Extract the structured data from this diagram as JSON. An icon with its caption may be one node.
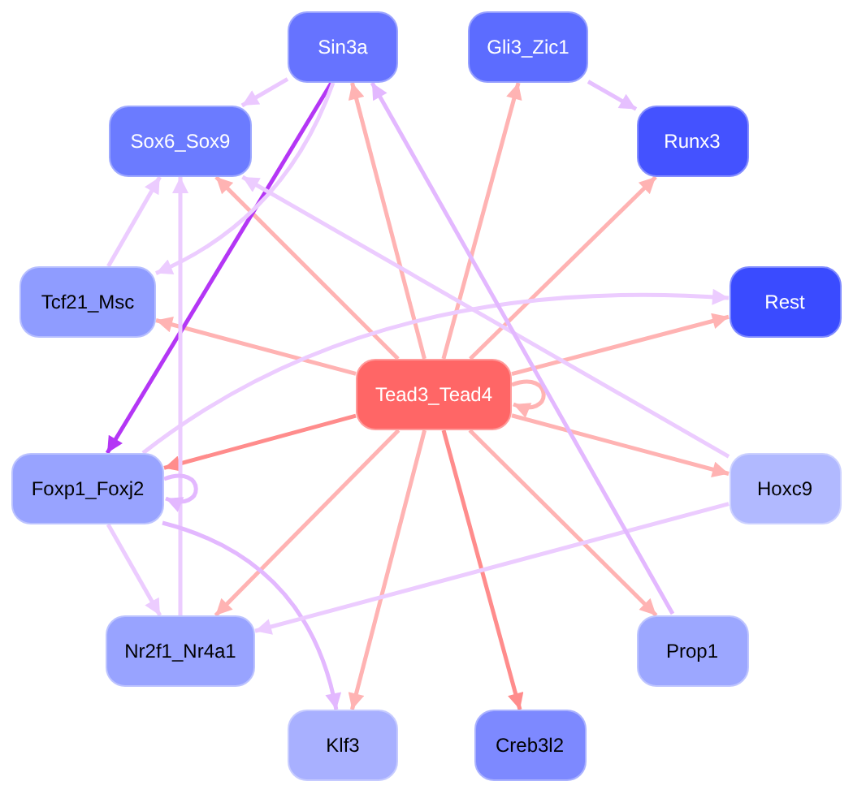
{
  "diagram": {
    "nodes": [
      {
        "text": [
          "Tead3_Tead4"
        ]
      },
      {
        "text": [
          "Sin3a"
        ]
      },
      {
        "text": [
          "Gli3_Zic1"
        ]
      },
      {
        "text": [
          "Sox6_Sox9"
        ]
      },
      {
        "text": [
          "Runx3"
        ]
      },
      {
        "text": [
          "Tcf21_Msc"
        ]
      },
      {
        "text": [
          "Rest"
        ]
      },
      {
        "text": [
          "Foxp1_Foxj2"
        ]
      },
      {
        "text": [
          "Hoxc9"
        ]
      },
      {
        "text": [
          "Nr2f1_Nr4a1"
        ]
      },
      {
        "text": [
          "Prop1"
        ]
      },
      {
        "text": [
          "Klf3"
        ]
      },
      {
        "text": [
          "Creb3l2"
        ]
      }
    ],
    "edges": [
      {
        "from": 0,
        "to": 1,
        "arrow": "to",
        "color": "#ffb3b3"
      },
      {
        "from": 0,
        "to": 2,
        "arrow": "to",
        "color": "#ffb3b3"
      },
      {
        "from": 0,
        "to": 3,
        "arrow": "to",
        "color": "#ffb3b3"
      },
      {
        "from": 0,
        "to": 4,
        "arrow": "to",
        "color": "#ffb3b3"
      },
      {
        "from": 0,
        "to": 5,
        "arrow": "to",
        "color": "#ffb3b3"
      },
      {
        "from": 0,
        "to": 6,
        "arrow": "to",
        "color": "#ffb3b3"
      },
      {
        "from": 0,
        "to": 7,
        "arrow": "to",
        "color": "#ff8c8c"
      },
      {
        "from": 0,
        "to": 8,
        "arrow": "to",
        "color": "#ffb3b3"
      },
      {
        "from": 0,
        "to": 9,
        "arrow": "to",
        "color": "#ffb3b3"
      },
      {
        "from": 0,
        "to": 10,
        "arrow": "to",
        "color": "#ffb3b3"
      },
      {
        "from": 0,
        "to": 11,
        "arrow": "to",
        "color": "#ffb3b3"
      },
      {
        "from": 0,
        "to": 12,
        "arrow": "to",
        "color": "#ff8c8c"
      },
      {
        "from": 0,
        "to": 0,
        "arrow": "to",
        "color": "#ffb3b3"
      },
      {
        "from": 1,
        "to": 3,
        "arrow": "to",
        "color": "#ebc8ff"
      },
      {
        "from": 2,
        "to": 4,
        "arrow": "to",
        "color": "#e6c0ff"
      },
      {
        "from": 1,
        "to": 7,
        "arrow": "to",
        "color": "#b436f5"
      },
      {
        "from": 1,
        "to": 5,
        "arrow": "to",
        "color": "#ecccff"
      },
      {
        "from": 5,
        "to": 3,
        "arrow": "to",
        "color": "#ecccff"
      },
      {
        "from": 9,
        "to": 3,
        "arrow": "to",
        "color": "#ecccff"
      },
      {
        "from": 8,
        "to": 3,
        "arrow": "to",
        "color": "#ecccff"
      },
      {
        "from": 7,
        "to": 6,
        "arrow": "to",
        "color": "#ecccff"
      },
      {
        "from": 7,
        "to": 7,
        "arrow": "to",
        "color": "#e3b8ff"
      },
      {
        "from": 7,
        "to": 9,
        "arrow": "to",
        "color": "#ecccff"
      },
      {
        "from": 7,
        "to": 11,
        "arrow": "to",
        "color": "#e3b8ff"
      },
      {
        "from": 8,
        "to": 9,
        "arrow": "to",
        "color": "#ecccff"
      },
      {
        "from": 10,
        "to": 1,
        "arrow": "to",
        "color": "#e3b8ff"
      }
    ]
  }
}
